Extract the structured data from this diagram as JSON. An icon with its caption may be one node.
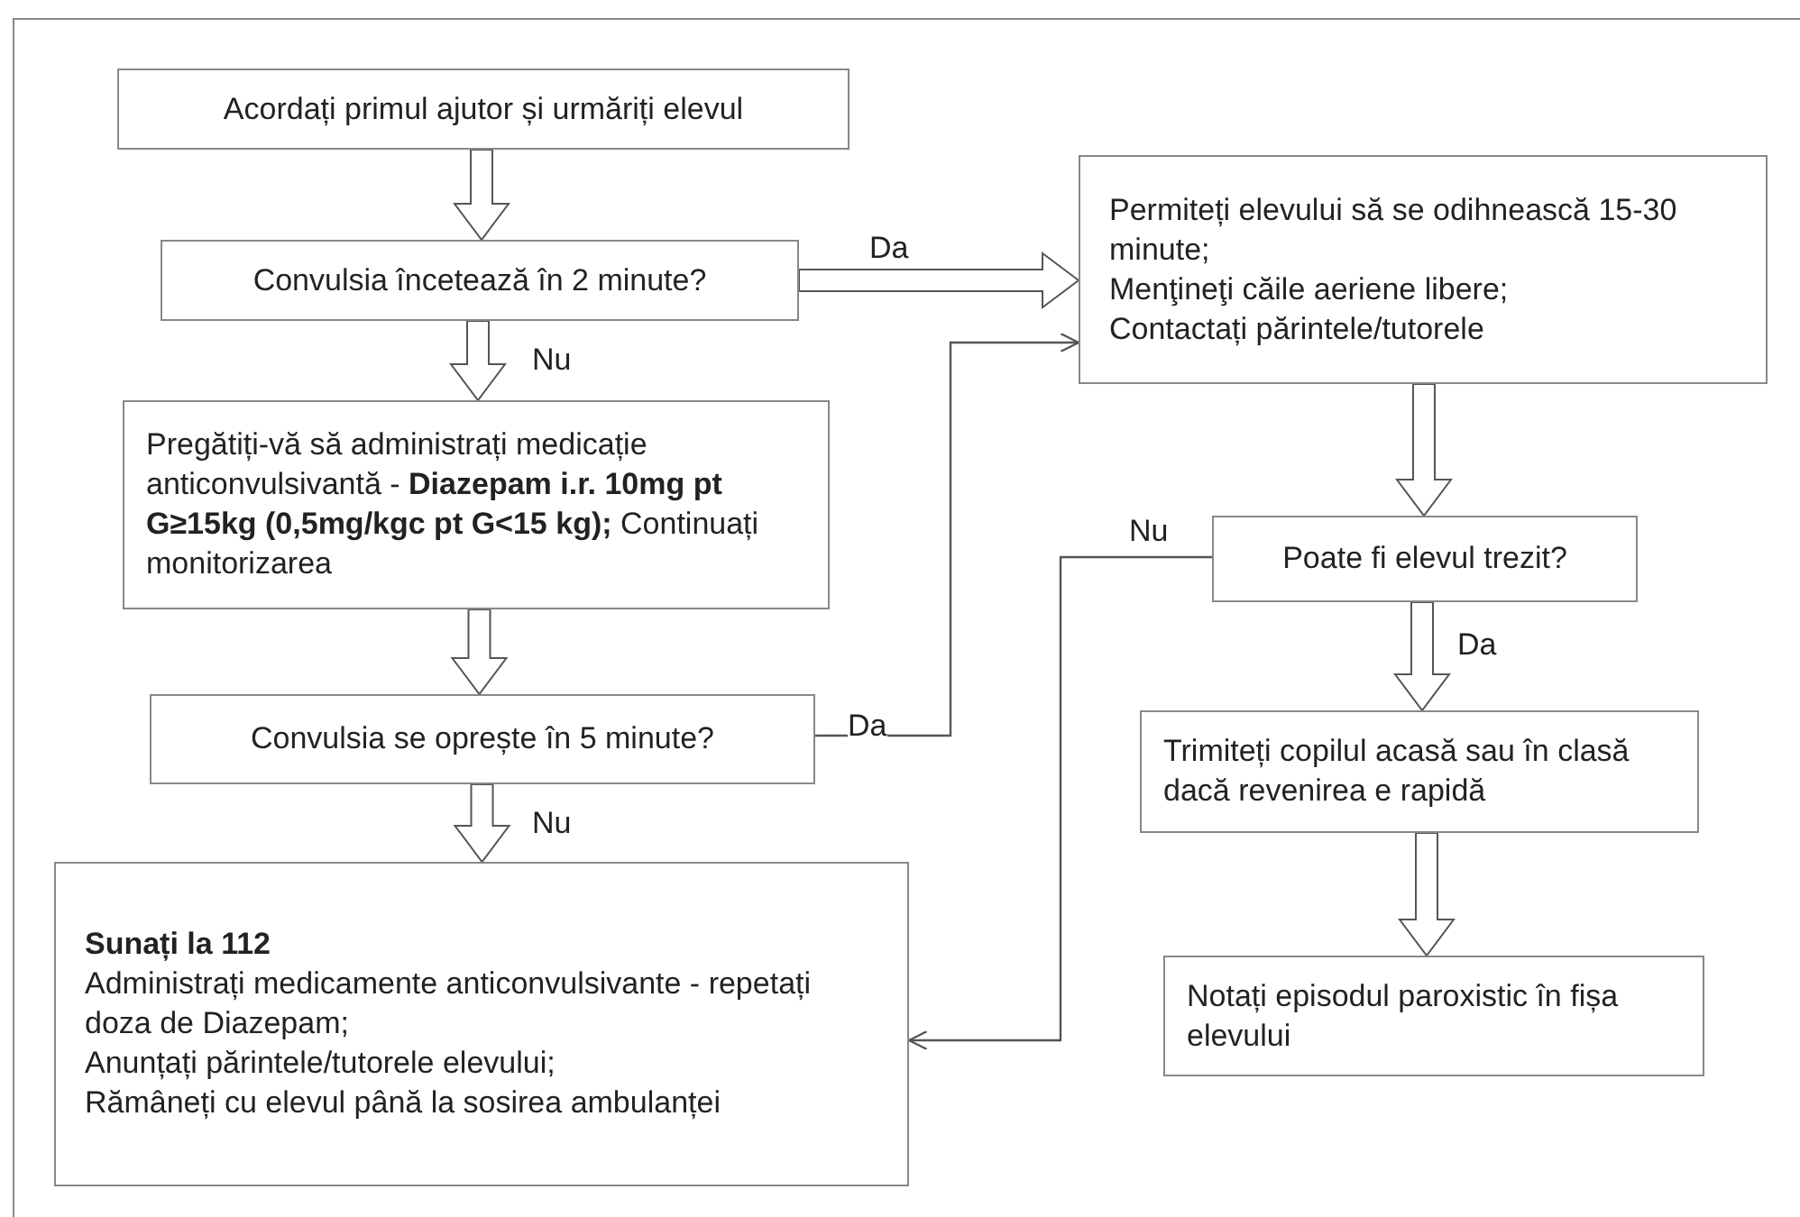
{
  "diagram": {
    "nodes": [
      {
        "text": [
          "Acordați primul ajutor și urmăriți elevul"
        ]
      },
      {
        "text": [
          "Convulsia încetează în 2 minute?"
        ]
      },
      {
        "text": [
          "Pregătiți-vă să administrați medicație anticonvulsivantă - **Diazepam i.r. 10mg pt G≥15kg (0,5mg/kgc pt G<15 kg);** Continuați monitorizarea"
        ]
      },
      {
        "text": [
          "Convulsia se oprește în 5 minute?"
        ]
      },
      {
        "text": [
          "Sunați la 112",
          "Administrați medicamente anticonvulsivante - repetați doza de Diazepam;",
          "Anunțați părintele/tutorele elevului;",
          "Rămâneți cu elevul până la sosirea ambulanței"
        ]
      },
      {
        "text": [
          "Permiteți elevului să se odihnească 15-30 minute;",
          "Menţineţi căile aeriene libere;",
          "Contactați părintele/tutorele"
        ]
      },
      {
        "text": [
          "Poate fi elevul trezit?"
        ]
      },
      {
        "text": [
          "Trimiteți copilul acasă sau în clasă dacă revenirea e rapidă"
        ]
      },
      {
        "text": [
          "Notați episodul paroxistic în fișa elevului"
        ]
      }
    ],
    "edges": [
      {
        "from": 0,
        "to": 1,
        "arrow": "to",
        "style": "thick"
      },
      {
        "from": 1,
        "to": 2,
        "arrow": "to",
        "style": "thick",
        "label": "Nu"
      },
      {
        "from": 1,
        "to": 5,
        "arrow": "to",
        "style": "thick",
        "label": "Da"
      },
      {
        "from": 2,
        "to": 3,
        "arrow": "to",
        "style": "thick"
      },
      {
        "from": 3,
        "to": 4,
        "arrow": "to",
        "style": "thick",
        "label": "Nu"
      },
      {
        "from": 3,
        "to": 5,
        "arrow": "to",
        "label": "Da"
      },
      {
        "from": 5,
        "to": 6,
        "arrow": "to",
        "style": "thick"
      },
      {
        "from": 6,
        "to": 7,
        "arrow": "to",
        "style": "thick",
        "label": "Da"
      },
      {
        "from": 7,
        "to": 8,
        "arrow": "to",
        "style": "thick"
      },
      {
        "from": 6,
        "to": 4,
        "arrow": "to",
        "label": "Nu"
      }
    ]
  }
}
